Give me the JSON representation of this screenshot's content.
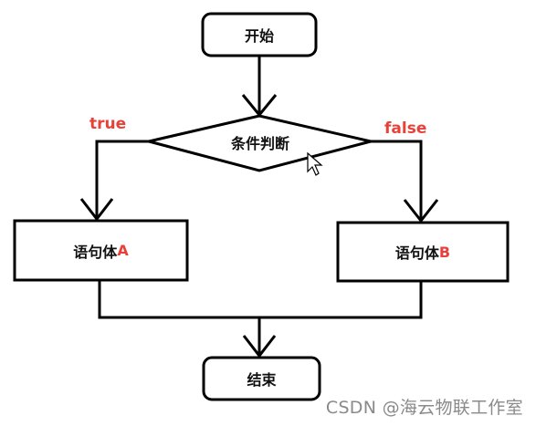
{
  "nodes": {
    "start": "开始",
    "condition": "条件判断",
    "stmt_a": {
      "text": "语句体 ",
      "letter": "A"
    },
    "stmt_b": {
      "text": "语句体 ",
      "letter": "B"
    },
    "end": "结束"
  },
  "branches": {
    "true_label": "true",
    "false_label": "false"
  },
  "watermark": "CSDN @海云物联工作室",
  "colors": {
    "line": "#000000",
    "accent": "#e8413a",
    "watermark": "#8a8a8a"
  }
}
